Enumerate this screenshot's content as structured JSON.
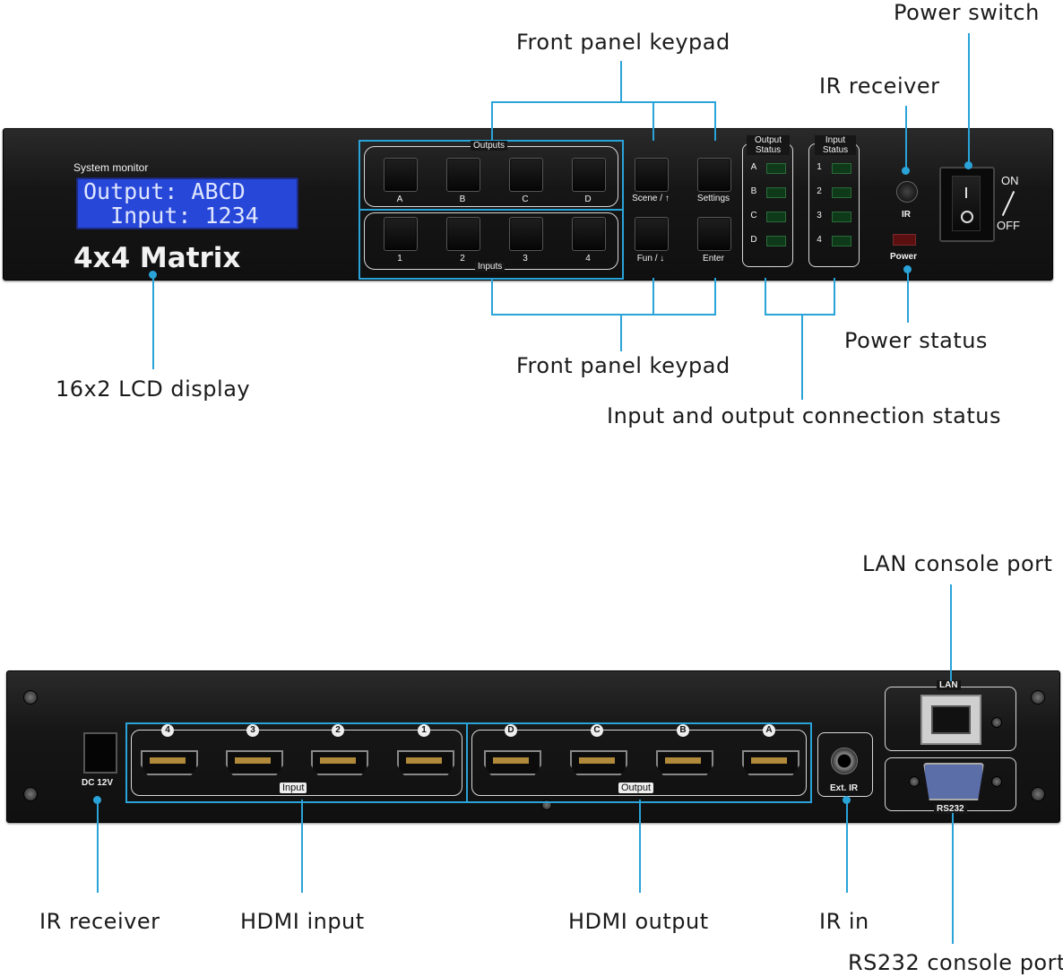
{
  "callouts": {
    "front_keypad_top": "Front panel keypad",
    "power_switch": "Power switch",
    "ir_receiver_front": "IR receiver",
    "power_status": "Power status",
    "front_keypad_bottom": "Front panel keypad",
    "lcd_display": "16x2 LCD display",
    "io_status": "Input and output connection status",
    "lan_port": "LAN console port",
    "ir_receiver_rear": "IR receiver",
    "hdmi_input": "HDMI input",
    "hdmi_output": "HDMI output",
    "ir_in": "IR in",
    "rs232_port": "RS232 console port"
  },
  "front": {
    "system_monitor": "System monitor",
    "lcd_line1": "Output: ABCD",
    "lcd_line2": "  Input: 1234",
    "model": "4x4 Matrix",
    "outputs_label": "Outputs",
    "inputs_label": "Inputs",
    "output_keys": [
      "A",
      "B",
      "C",
      "D"
    ],
    "input_keys": [
      "1",
      "2",
      "3",
      "4"
    ],
    "scene_key": "Scene / ↑",
    "settings_key": "Settings",
    "fun_key": "Fun / ↓",
    "enter_key": "Enter",
    "output_status_label": "Output Status",
    "input_status_label": "Input Status",
    "output_status_items": [
      "A",
      "B",
      "C",
      "D"
    ],
    "input_status_items": [
      "1",
      "2",
      "3",
      "4"
    ],
    "ir_label": "IR",
    "power_label": "Power",
    "on_label": "ON",
    "off_label": "OFF"
  },
  "rear": {
    "dc_label": "DC 12V",
    "input_tag": "Input",
    "output_tag": "Output",
    "input_ports": [
      "4",
      "3",
      "2",
      "1"
    ],
    "output_ports": [
      "D",
      "C",
      "B",
      "A"
    ],
    "ext_ir_label": "Ext. IR",
    "lan_label": "LAN",
    "rs232_label": "RS232"
  },
  "colors": {
    "accent_line": "#2aa3d8",
    "lcd_blue": "#2747d8",
    "panel": "#161616"
  }
}
